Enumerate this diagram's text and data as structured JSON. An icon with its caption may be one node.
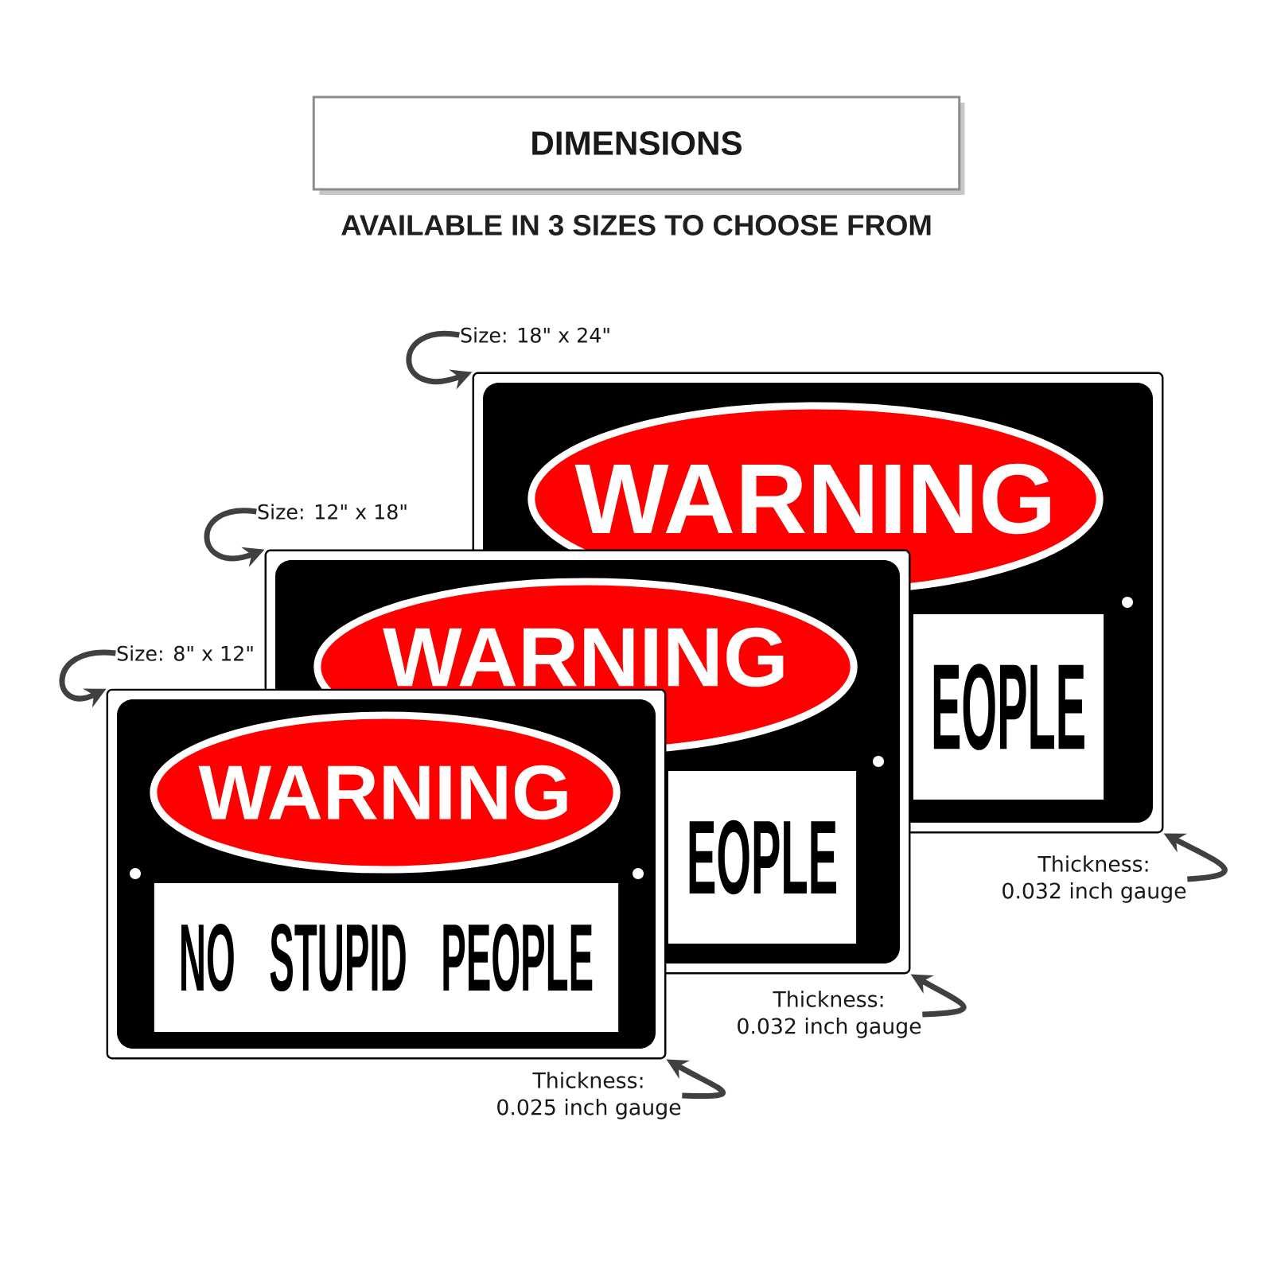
{
  "diagram": {
    "nodes": [
      {
        "text": [
          "DIMENSIONS"
        ]
      },
      {
        "text": [
          "Size: 18\" x 24\""
        ]
      },
      {
        "text": [],
        "shape": "box"
      },
      {
        "text": [
          "WARNING"
        ],
        "in": 2
      },
      {
        "text": [
          "EOPLE"
        ],
        "in": 2
      },
      {
        "text": [
          "Size: 12\" x 18\""
        ]
      },
      {
        "text": [],
        "shape": "box"
      },
      {
        "text": [
          "WARNING"
        ],
        "in": 6
      },
      {
        "text": [
          "EOPLE"
        ],
        "in": 6
      },
      {
        "text": [
          "Size: 8\" x 12\""
        ]
      },
      {
        "text": [],
        "shape": "box"
      },
      {
        "text": [
          "WARNING"
        ],
        "in": 10
      },
      {
        "text": [
          "NO STUPID PEOPLE"
        ],
        "in": 10
      },
      {
        "text": [
          "Thickness:",
          "0.025 inch gauge"
        ]
      },
      {
        "text": [
          "Thickness:",
          "0.032 inch gauge"
        ]
      },
      {
        "text": [
          "Thickness:",
          "0.032 inch gauge"
        ]
      }
    ],
    "edges": [
      {
        "from": 1,
        "to": 2,
        "arrow": "to"
      },
      {
        "from": 5,
        "to": 6,
        "arrow": "to"
      },
      {
        "from": 9,
        "to": 10,
        "arrow": "to"
      },
      {
        "from": 13,
        "to": 10,
        "arrow": "to"
      },
      {
        "from": 14,
        "to": 6,
        "arrow": "to"
      },
      {
        "from": 15,
        "to": 2,
        "arrow": "to"
      }
    ],
    "labels": [
      "AVAILABLE IN 3 SIZES TO CHOOSE FROM"
    ]
  }
}
